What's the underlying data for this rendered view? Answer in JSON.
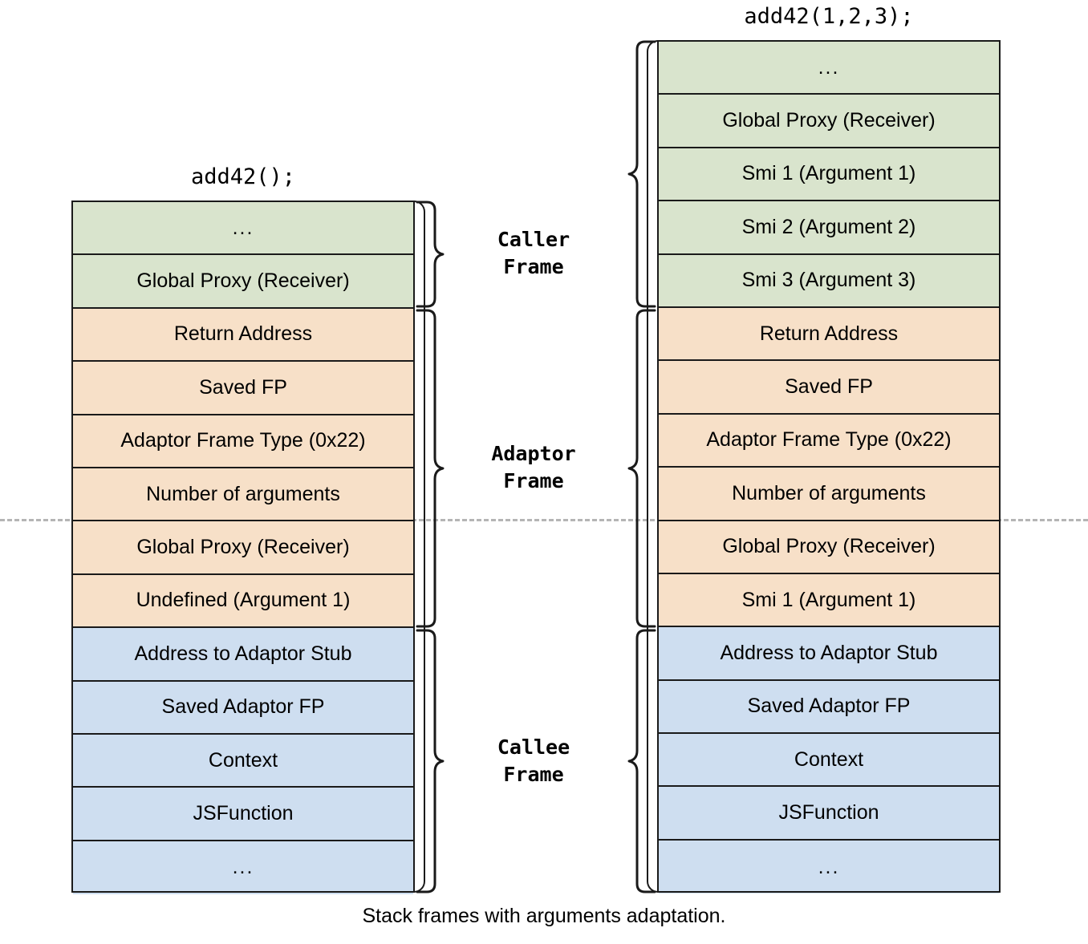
{
  "caption": "Stack frames with arguments adaptation.",
  "colors": {
    "caller_frame": "#d9e4cd",
    "adaptor_frame": "#f7e0c8",
    "callee_frame": "#cedef0",
    "border": "#1a1a1a",
    "separator": "#b5b5b5",
    "background": "#ffffff"
  },
  "group_labels": {
    "caller": "Caller\nFrame",
    "adaptor": "Adaptor\nFrame",
    "callee": "Callee\nFrame"
  },
  "left_stack": {
    "title": "add42();",
    "cells": [
      {
        "label": "...",
        "frame": "caller"
      },
      {
        "label": "Global Proxy (Receiver)",
        "frame": "caller"
      },
      {
        "label": "Return Address",
        "frame": "adaptor"
      },
      {
        "label": "Saved FP",
        "frame": "adaptor"
      },
      {
        "label": "Adaptor Frame Type (0x22)",
        "frame": "adaptor"
      },
      {
        "label": "Number of arguments",
        "frame": "adaptor"
      },
      {
        "label": "Global Proxy (Receiver)",
        "frame": "adaptor"
      },
      {
        "label": "Undefined (Argument 1)",
        "frame": "adaptor"
      },
      {
        "label": "Address to Adaptor Stub",
        "frame": "callee"
      },
      {
        "label": "Saved Adaptor FP",
        "frame": "callee"
      },
      {
        "label": "Context",
        "frame": "callee"
      },
      {
        "label": "JSFunction",
        "frame": "callee"
      },
      {
        "label": "...",
        "frame": "callee"
      }
    ]
  },
  "right_stack": {
    "title": "add42(1,2,3);",
    "cells": [
      {
        "label": "...",
        "frame": "caller"
      },
      {
        "label": "Global Proxy (Receiver)",
        "frame": "caller"
      },
      {
        "label": "Smi 1 (Argument 1)",
        "frame": "caller"
      },
      {
        "label": "Smi 2 (Argument 2)",
        "frame": "caller"
      },
      {
        "label": "Smi 3 (Argument 3)",
        "frame": "caller"
      },
      {
        "label": "Return Address",
        "frame": "adaptor"
      },
      {
        "label": "Saved FP",
        "frame": "adaptor"
      },
      {
        "label": "Adaptor Frame Type (0x22)",
        "frame": "adaptor"
      },
      {
        "label": "Number of arguments",
        "frame": "adaptor"
      },
      {
        "label": "Global Proxy (Receiver)",
        "frame": "adaptor"
      },
      {
        "label": "Smi 1 (Argument 1)",
        "frame": "adaptor"
      },
      {
        "label": "Address to Adaptor Stub",
        "frame": "callee"
      },
      {
        "label": "Saved Adaptor FP",
        "frame": "callee"
      },
      {
        "label": "Context",
        "frame": "callee"
      },
      {
        "label": "JSFunction",
        "frame": "callee"
      },
      {
        "label": "...",
        "frame": "callee"
      }
    ]
  }
}
